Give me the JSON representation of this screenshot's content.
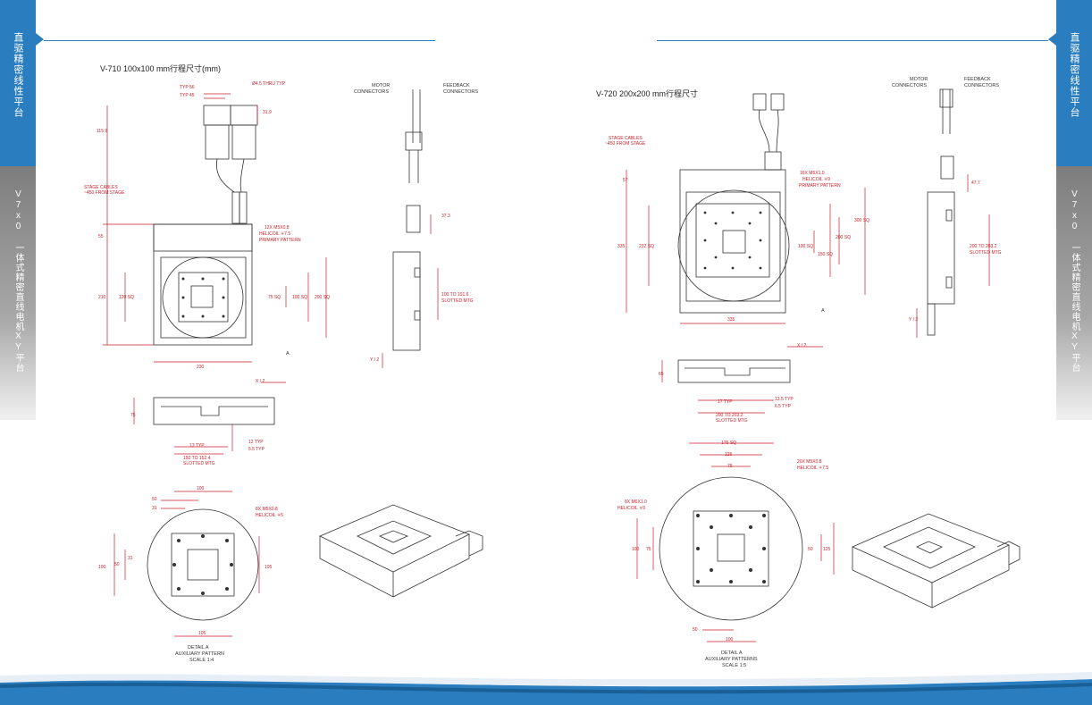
{
  "sidebar": {
    "heading": "直驱精密线性平台",
    "subheading": "V7x0 一体式精密直线电机XY平台"
  },
  "left_page": {
    "title": "V-710 100x100 mm行程尺寸(mm)",
    "labels": {
      "typ56": "TYP 56",
      "typ45": "TYP 45",
      "thru": "Ø4.5 THRU TYP",
      "d319": "31.9",
      "d1159": "115.9",
      "cables": "STAGE CABLES",
      "cables2": "~450 FROM STAGE",
      "d55": "55",
      "helicoil1": "12X M5X0.8",
      "helicoil2": "HELICOIL ∓7.5",
      "helicoil3": "PRIMARY PATTERN",
      "d210": "210",
      "sq120": "120 SQ",
      "sq75": "75 SQ",
      "sq100": "100 SQ",
      "sq200": "200 SQ",
      "a": "A",
      "d230": "230",
      "xhalf": "X / 2",
      "d75": "75",
      "typ13": "13 TYP",
      "typ12": "12 TYP",
      "typ55": "5.5 TYP",
      "slot1": "150 TO 152.4",
      "slot2": "SLOTTED MTG",
      "motor": "MOTOR",
      "motor2": "CONNECTORS",
      "feedback": "FEEDBACK",
      "feedback2": "CONNECTORS",
      "d373": "37.3",
      "slotb1": "100 TO 101.6",
      "slotb2": "SLOTTED MTG",
      "yhalf": "Y / 2",
      "d_100": "100",
      "d_50": "50",
      "d_31": "31",
      "d_100b": "100",
      "d_50b": "50",
      "d_31b": "31",
      "d105": "105",
      "d105b": "105",
      "aux1": "8X M5X0.8",
      "aux2": "HELICOIL ∓5",
      "detail1": "DETAIL A",
      "detail2": "AUXILIARY PATTERN",
      "detail3": "SCALE 1:4"
    }
  },
  "right_page": {
    "title": "V-720 200x200 mm行程尺寸",
    "labels": {
      "motor": "MOTOR",
      "motor2": "CONNECTORS",
      "feedback": "FEEDBACK",
      "feedback2": "CONNECTORS",
      "cables": "STAGE CABLES",
      "cables2": "~450 FROM STAGE",
      "d57": "57",
      "helicoil1": "16X M6X1.0",
      "helicoil2": "HELICOIL ∓9",
      "helicoil3": "PRIMARY PATTERN",
      "d335": "335",
      "sq232": "232 SQ",
      "sq300": "300 SQ",
      "sq100": "100 SQ",
      "sq200": "200 SQ",
      "sq150": "150 SQ",
      "a": "A",
      "d335b": "335",
      "d477": "47.7",
      "slotb1": "200 TO 203.2",
      "slotb2": "SLOTTED MTG",
      "yhalf": "Y / 2",
      "xhalf": "X / 2",
      "d65": "65",
      "typ17": "17 TYP",
      "typ135": "13.5 TYP",
      "typ65": "6.5 TYP",
      "slot1": "200 TO 203.2",
      "slot2": "SLOTTED MTG",
      "d175": "175 SQ",
      "d125": "125",
      "d75": "75",
      "aux1": "20X M5X0.8",
      "aux2": "HELICOIL ∓7.5",
      "aux3": "8X M6X1.0",
      "aux4": "HELICOIL ∓9",
      "d100": "100",
      "d75b": "75",
      "d50": "50",
      "d125b": "125",
      "d50b": "50",
      "d100b": "100",
      "detail1": "DETAIL A",
      "detail2": "AUXILIARY PATTERNS",
      "detail3": "SCALE 1:5"
    }
  },
  "colors": {
    "accent": "#2a7dbe",
    "dimension": "#c8202a"
  }
}
